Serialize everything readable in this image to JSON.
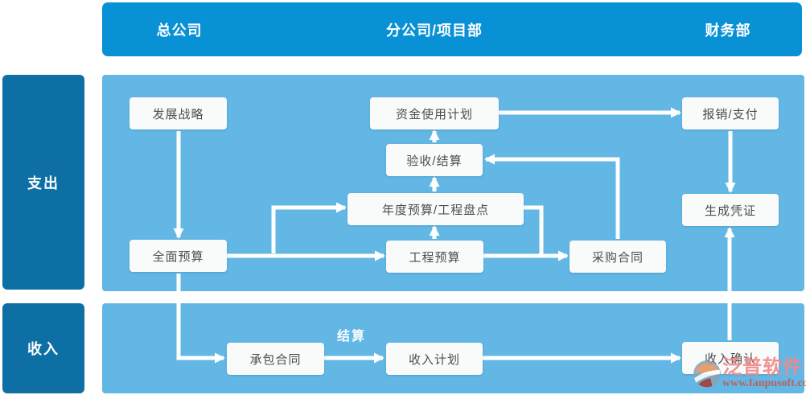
{
  "header": {
    "columns": [
      "总公司",
      "分公司/项目部",
      "财务部"
    ]
  },
  "lanes": [
    "支出",
    "收入"
  ],
  "nodes": [
    {
      "label": "发展战略"
    },
    {
      "label": "全面预算"
    },
    {
      "label": "资金使用计划"
    },
    {
      "label": "验收/结算"
    },
    {
      "label": "年度预算/工程盘点"
    },
    {
      "label": "工程预算"
    },
    {
      "label": "采购合同"
    },
    {
      "label": "报销/支付"
    },
    {
      "label": "生成凭证"
    },
    {
      "label": "承包合同"
    },
    {
      "label": "收入计划"
    },
    {
      "label": "收入确认"
    }
  ],
  "edge_labels": {
    "settlement": "结算"
  },
  "watermark": {
    "brand": "泛普软件",
    "url": "www.fanpusoft.com"
  },
  "colors": {
    "header": "#0991d5",
    "lane": "#0d6fa3",
    "panel": "#63b7e5",
    "box_bg": "#f9fafa",
    "box_text": "#4d4d4d"
  }
}
